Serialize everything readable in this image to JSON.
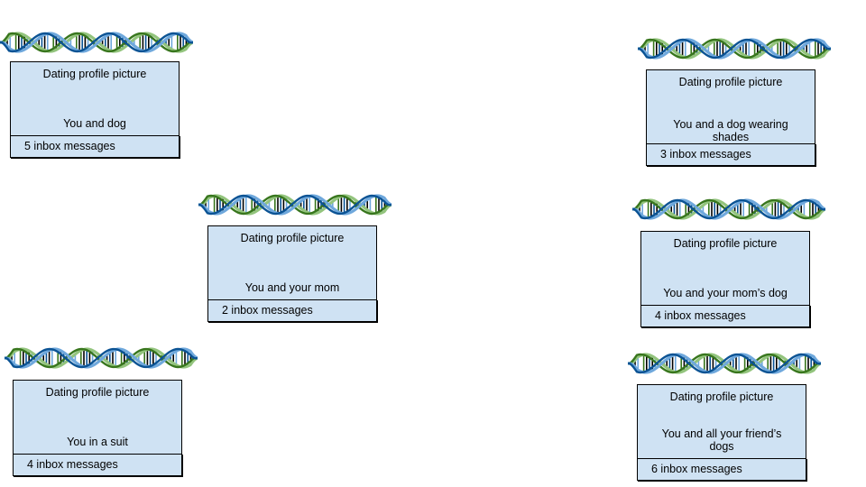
{
  "profiles": [
    {
      "header": "Dating profile picture",
      "picture": "You and dog",
      "messages": "5 inbox messages"
    },
    {
      "header": "Dating profile picture",
      "picture": "You and a dog wearing shades",
      "messages": "3 inbox messages"
    },
    {
      "header": "Dating profile picture",
      "picture": "You and your mom",
      "messages": "2 inbox messages"
    },
    {
      "header": "Dating profile picture",
      "picture": "You and your mom’s dog",
      "messages": "4 inbox messages"
    },
    {
      "header": "Dating profile picture",
      "picture": "You in a suit",
      "messages": "4 inbox messages"
    },
    {
      "header": "Dating profile picture",
      "picture": "You and all your friend’s dogs",
      "messages": "6 inbox messages"
    }
  ],
  "colors": {
    "card_fill": "#cfe2f3",
    "dna_light_blue": "#6fa8dc",
    "dna_dark_blue": "#0b5394",
    "dna_green": "#38761d",
    "dna_light_green": "#93c47d"
  },
  "icons": [
    "dna-helix-icon"
  ]
}
